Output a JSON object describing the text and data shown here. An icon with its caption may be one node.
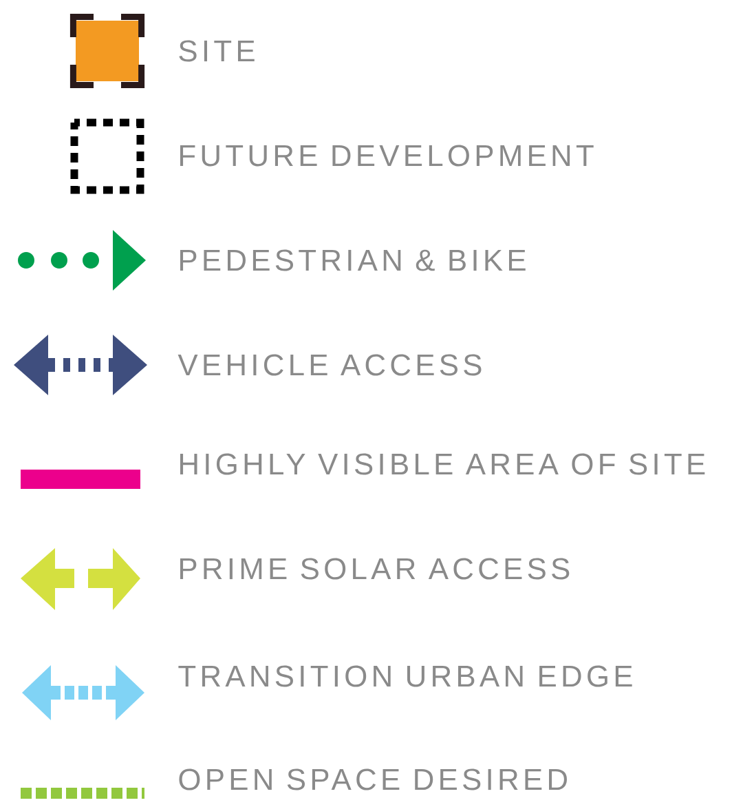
{
  "diagram": {
    "legend": [
      {
        "text": "SITE"
      },
      {
        "text": "FUTURE DEVELOPMENT"
      },
      {
        "text": "PEDESTRIAN & BIKE"
      },
      {
        "text": "VEHICLE ACCESS"
      },
      {
        "text": "HIGHLY VISIBLE AREA OF SITE",
        "color": "#ec008c"
      },
      {
        "text": "PRIME SOLAR ACCESS"
      },
      {
        "text": "TRANSITION URBAN EDGE"
      },
      {
        "text": "OPEN SPACE DESIRED"
      }
    ]
  }
}
